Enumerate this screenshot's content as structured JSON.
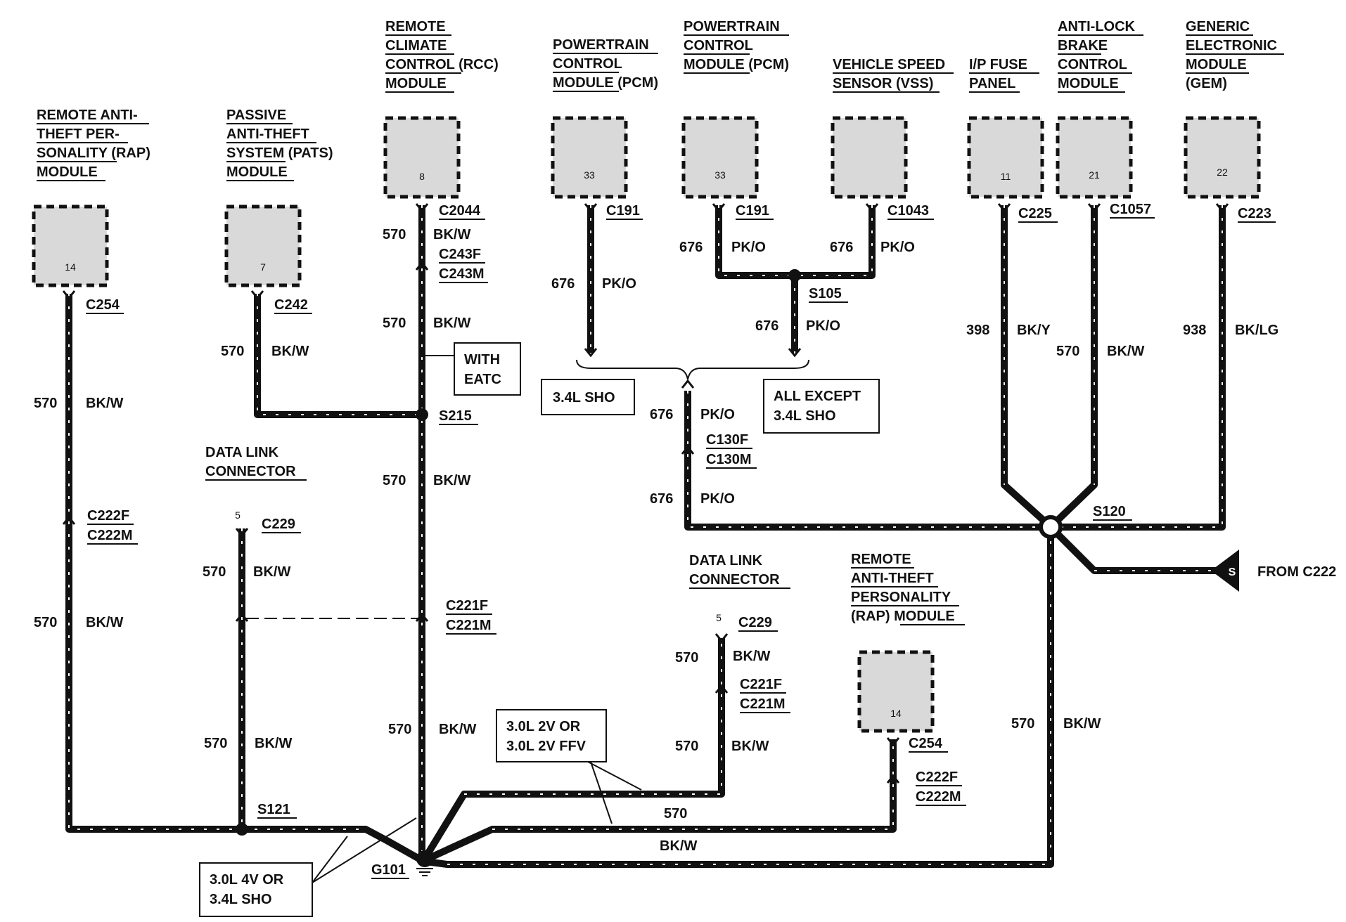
{
  "modules": {
    "rap_left": {
      "title": [
        "REMOTE ANTI-",
        "THEFT PER-",
        "SONALITY (RAP)",
        "MODULE"
      ],
      "pin": "14",
      "connector": "C254",
      "circuit": "570",
      "color": "BK/W"
    },
    "pats": {
      "title": [
        "PASSIVE",
        "ANTI-THEFT",
        "SYSTEM (PATS)",
        "MODULE"
      ],
      "pin": "7",
      "connector": "C242",
      "circuit": "570",
      "color": "BK/W"
    },
    "rcc": {
      "title": [
        "REMOTE",
        "CLIMATE",
        "CONTROL (RCC)",
        "MODULE"
      ],
      "pin": "8",
      "connector": "C2044",
      "circuit": "570",
      "color": "BK/W"
    },
    "pcm_a": {
      "title": [
        "POWERTRAIN",
        "CONTROL",
        "MODULE (PCM)"
      ],
      "pin": "33",
      "connector": "C191",
      "circuit": "676",
      "color": "PK/O"
    },
    "pcm_b": {
      "title": [
        "POWERTRAIN",
        "CONTROL",
        "MODULE (PCM)"
      ],
      "pin": "33",
      "connector": "C191",
      "circuit": "676",
      "color": "PK/O"
    },
    "vss": {
      "title": [
        "VEHICLE SPEED",
        "SENSOR (VSS)"
      ],
      "pin": "",
      "connector": "C1043",
      "circuit": "676",
      "color": "PK/O"
    },
    "ip_fuse": {
      "title": [
        "I/P FUSE",
        "PANEL"
      ],
      "pin": "11",
      "connector": "C225",
      "circuit": "398",
      "color": "BK/Y"
    },
    "abs": {
      "title": [
        "ANTI-LOCK",
        "BRAKE",
        "CONTROL",
        "MODULE"
      ],
      "pin": "21",
      "connector": "C1057",
      "circuit": "570",
      "color": "BK/W"
    },
    "gem": {
      "title": [
        "GENERIC",
        "ELECTRONIC",
        "MODULE",
        "(GEM)"
      ],
      "pin": "22",
      "connector": "C223",
      "circuit": "938",
      "color": "BK/LG"
    },
    "rap_right": {
      "title": [
        "REMOTE",
        "ANTI-THEFT",
        "PERSONALITY",
        "(RAP) MODULE"
      ],
      "pin": "14",
      "connector": "C254",
      "connector2": [
        "C222F",
        "C222M"
      ]
    }
  },
  "dlc_left": {
    "title": [
      "DATA LINK",
      "CONNECTOR"
    ],
    "pin": "5",
    "connector": "C229",
    "inline": [
      "C221F",
      "C221M"
    ]
  },
  "dlc_right": {
    "title": [
      "DATA LINK",
      "CONNECTOR"
    ],
    "pin": "5",
    "connector": "C229",
    "inline": [
      "C221F",
      "C221M"
    ]
  },
  "connectors": {
    "c243": [
      "C243F",
      "C243M"
    ],
    "c222_left": [
      "C222F",
      "C222M"
    ],
    "c221_mid": [
      "C221F",
      "C221M"
    ],
    "c130": [
      "C130F",
      "C130M"
    ]
  },
  "splices": {
    "s215": "S215",
    "s105": "S105",
    "s120": "S120",
    "s121": "S121"
  },
  "ground": "G101",
  "notes": {
    "with_eatc": [
      "WITH",
      "EATC"
    ],
    "sho": [
      "3.4L SHO"
    ],
    "all_except": [
      "ALL EXCEPT",
      "3.4L SHO"
    ],
    "v2": [
      "3.0L 2V OR",
      "3.0L 2V FFV"
    ],
    "v4": [
      "3.0L 4V OR",
      "3.4L SHO"
    ]
  },
  "from_c222": {
    "text": "FROM C222",
    "letter": "S"
  },
  "wires": {
    "w570": "570",
    "bkw": "BK/W",
    "w676": "676",
    "pko": "PK/O"
  }
}
